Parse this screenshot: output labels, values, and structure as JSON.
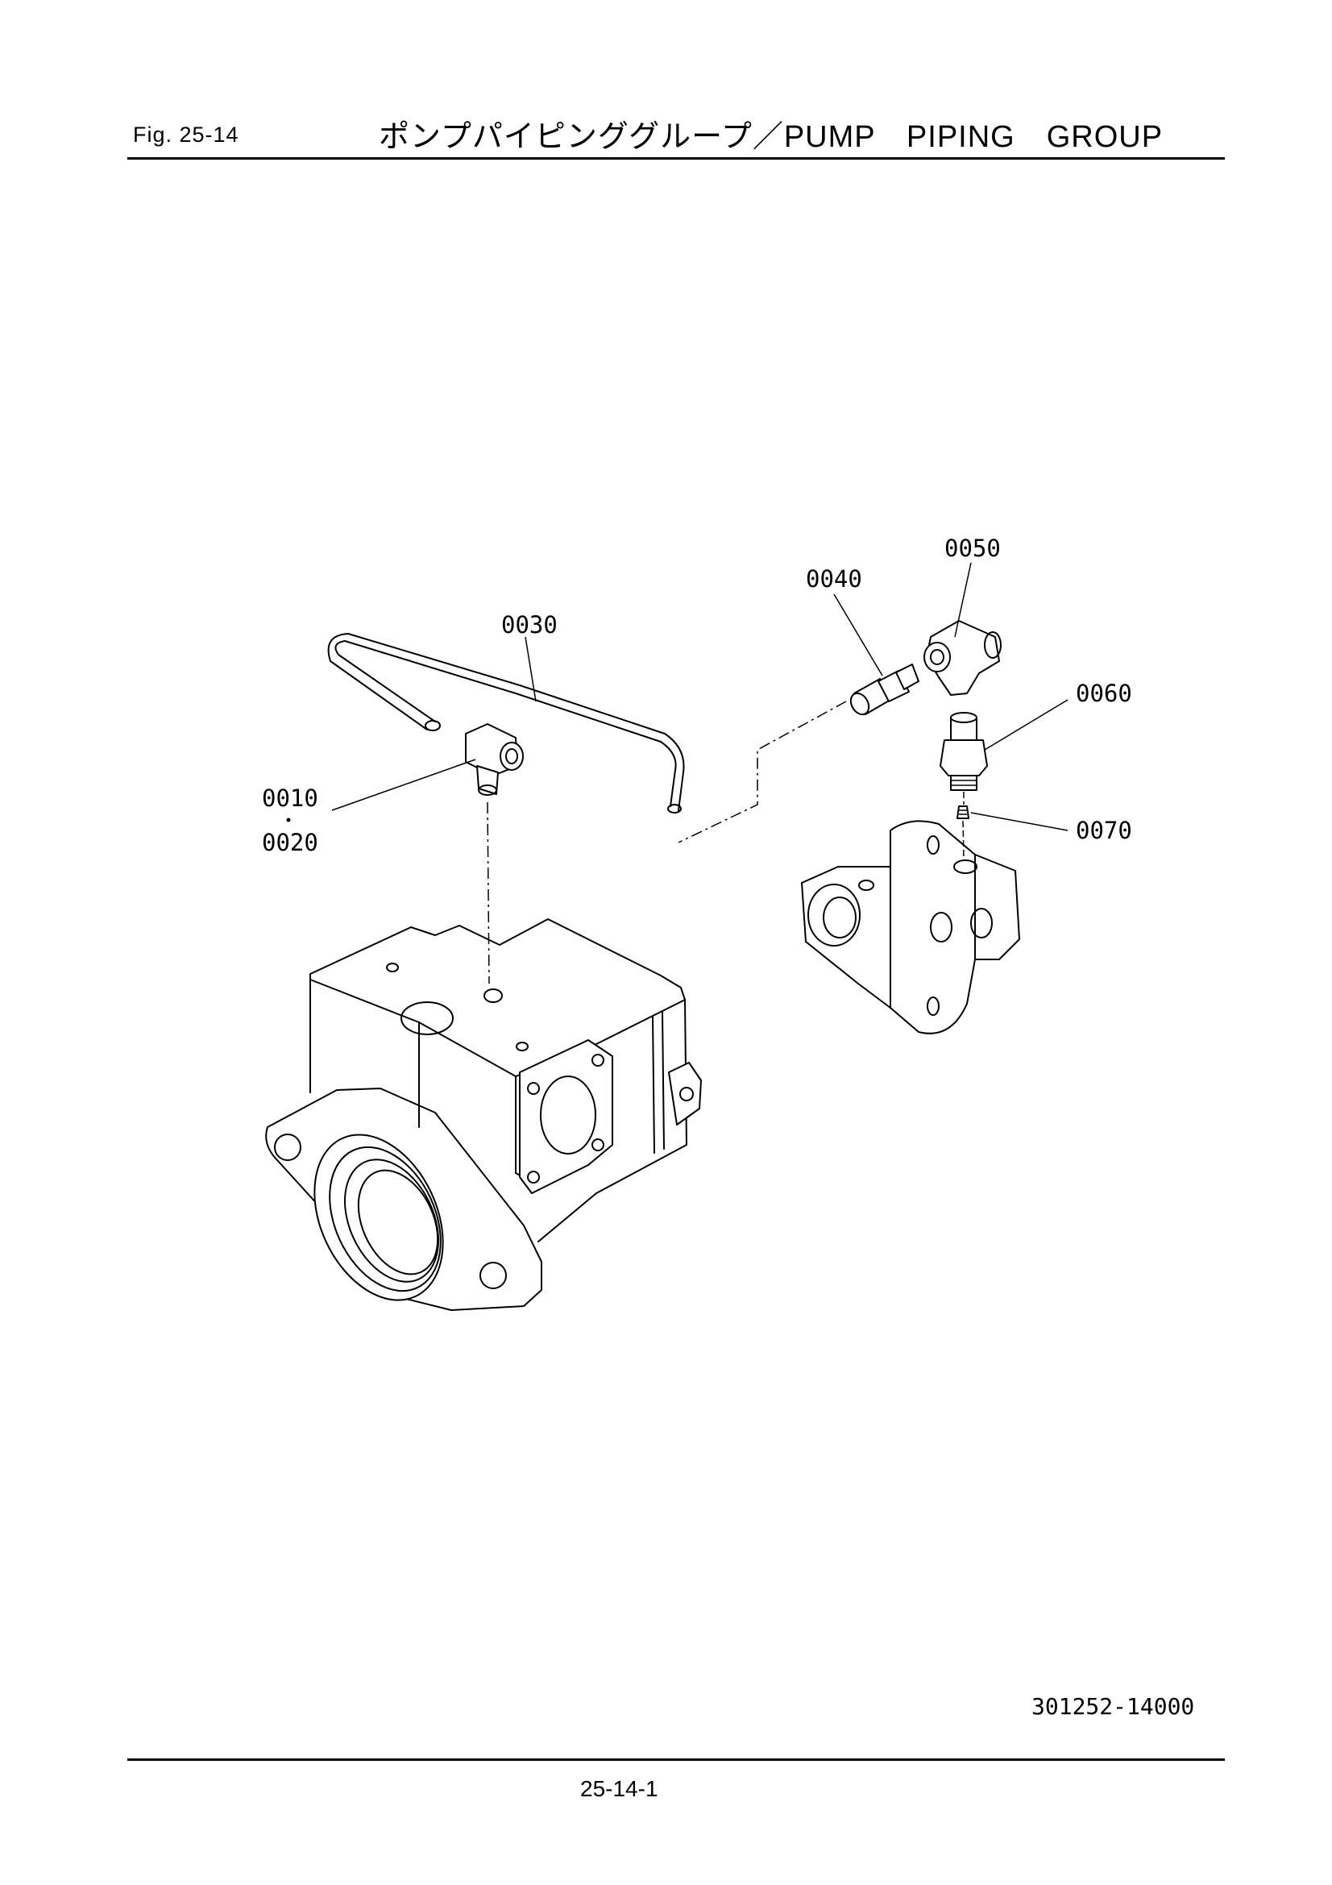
{
  "header": {
    "figure_label": "Fig.  25-14",
    "title": "ポンプパイピンググループ／PUMP　PIPING　GROUP"
  },
  "callouts": {
    "p0010": "0010",
    "p0020": "0020",
    "p0030": "0030",
    "p0040": "0040",
    "p0050": "0050",
    "p0060": "0060",
    "p0070": "0070"
  },
  "footer": {
    "drawing_number": "301252-14000",
    "page_number": "25-14-1"
  }
}
